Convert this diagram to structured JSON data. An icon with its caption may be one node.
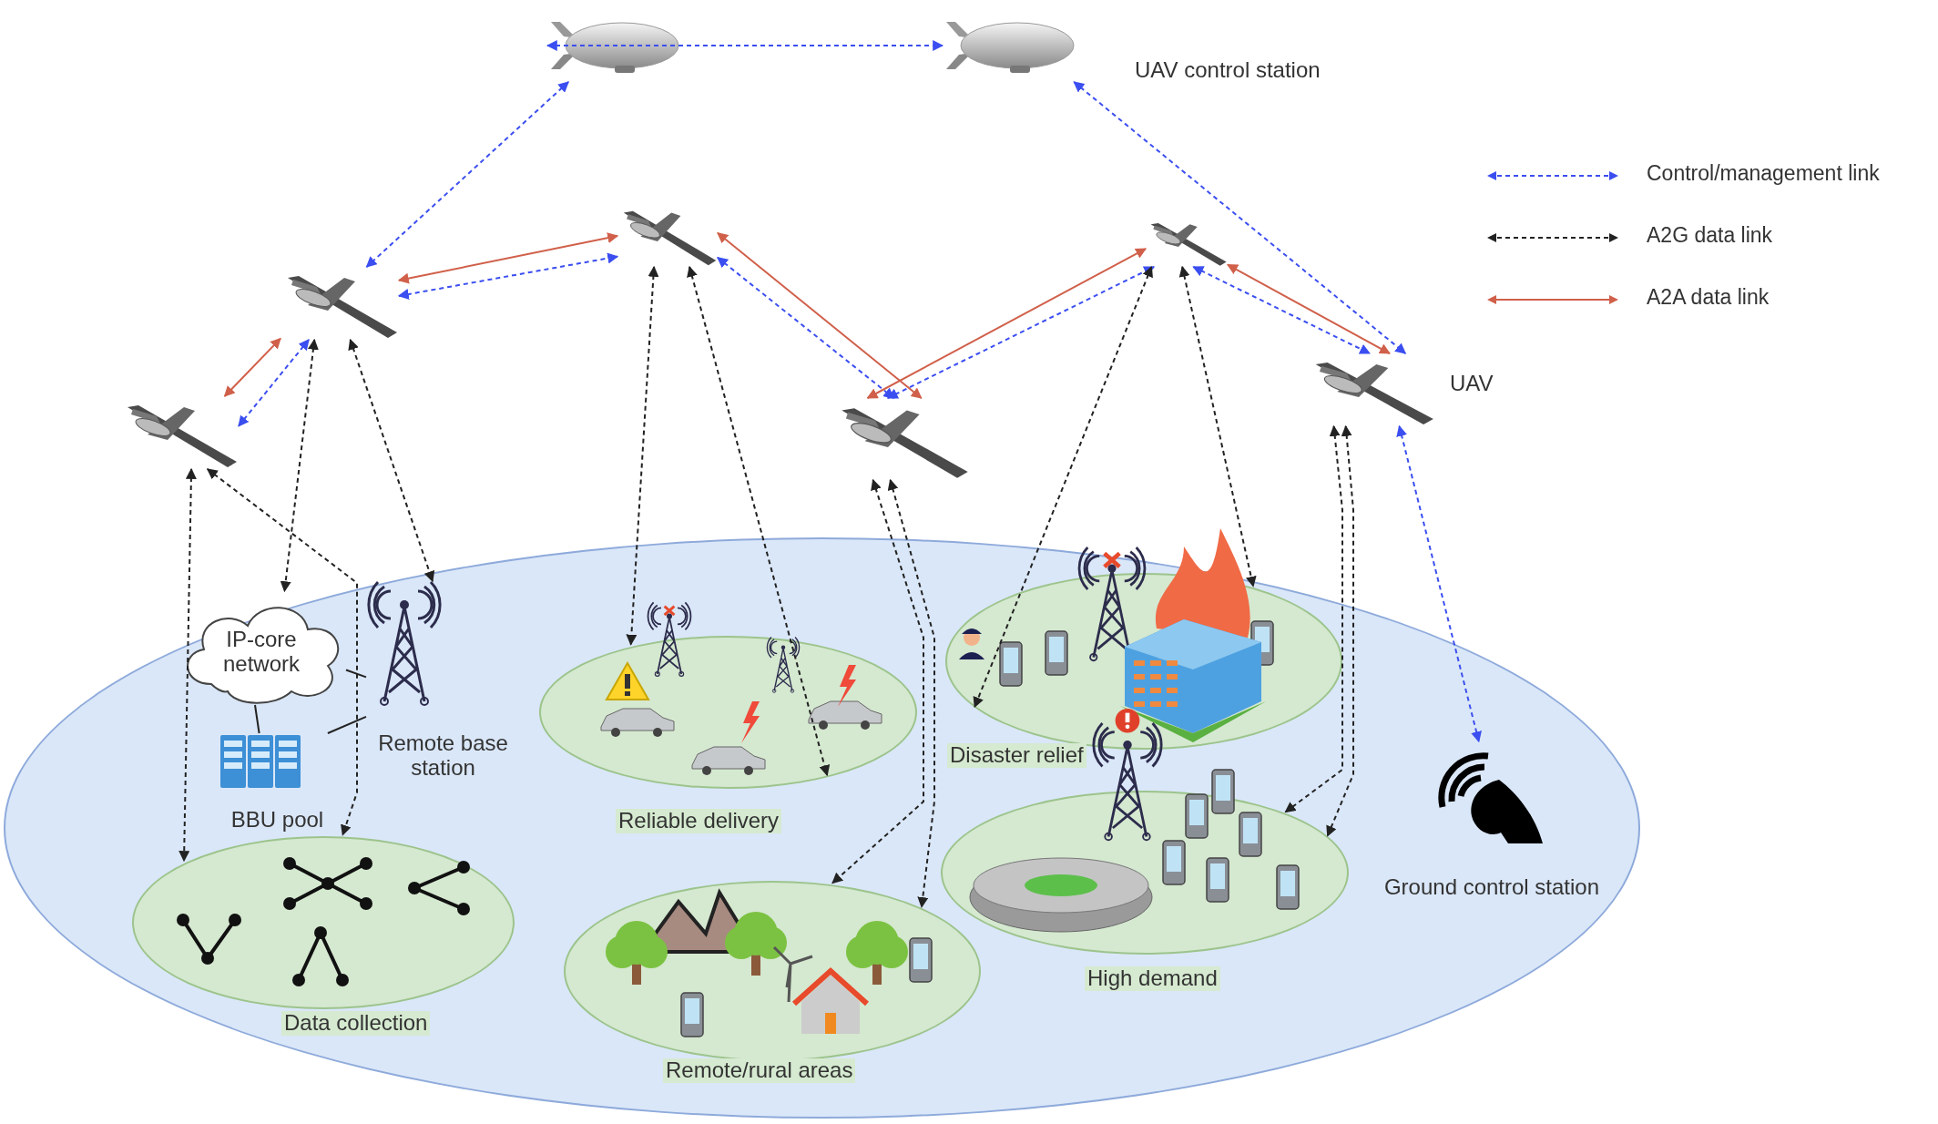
{
  "diagram": {
    "nodes": [
      {
        "text": [],
        "shape": "picture"
      },
      {
        "text": [],
        "shape": "picture",
        "beside": [
          "UAV control station"
        ]
      },
      {
        "text": [],
        "shape": "picture"
      },
      {
        "text": [],
        "shape": "picture"
      },
      {
        "text": [],
        "shape": "picture"
      },
      {
        "text": [],
        "shape": "picture"
      },
      {
        "text": [],
        "shape": "picture"
      },
      {
        "text": [],
        "shape": "picture",
        "beside": [
          "UAV"
        ]
      },
      {
        "text": [],
        "shape": "ellipse"
      },
      {
        "text": [
          "IP-core network"
        ],
        "in": 8
      },
      {
        "text": [
          "Remote base station"
        ],
        "in": 8
      },
      {
        "text": [
          "BBU pool"
        ],
        "in": 8
      },
      {
        "text": [
          "Reliable delivery"
        ],
        "in": 8
      },
      {
        "text": [
          "Disaster relief"
        ],
        "in": 8
      },
      {
        "text": [
          "Data collection"
        ],
        "in": 8
      },
      {
        "text": [
          "High demand"
        ],
        "in": 8
      },
      {
        "text": [
          "Remote/rural areas"
        ],
        "in": 8
      },
      {
        "text": [
          "Ground control station"
        ],
        "in": 8
      }
    ],
    "edges": [
      {
        "from": 0,
        "to": 1,
        "arrow": "both",
        "style": "dashed",
        "color": "#3b4ef0"
      },
      {
        "from": 0,
        "to": 3,
        "arrow": "both",
        "style": "dashed",
        "color": "#3b4ef0"
      },
      {
        "from": 1,
        "to": 7,
        "arrow": "both",
        "style": "dashed",
        "color": "#3b4ef0"
      },
      {
        "from": 7,
        "to": 17,
        "arrow": "both",
        "style": "dashed",
        "color": "#3b4ef0"
      },
      {
        "from": 2,
        "to": 3,
        "arrow": "both",
        "color": "#d0604a"
      },
      {
        "from": 2,
        "to": 3,
        "arrow": "both",
        "style": "dashed",
        "color": "#3b4ef0"
      },
      {
        "from": 3,
        "to": 4,
        "arrow": "both",
        "color": "#d0604a"
      },
      {
        "from": 3,
        "to": 4,
        "arrow": "both",
        "style": "dashed",
        "color": "#3b4ef0"
      },
      {
        "from": 4,
        "to": 5,
        "arrow": "both",
        "color": "#d0604a"
      },
      {
        "from": 4,
        "to": 5,
        "arrow": "both",
        "style": "dashed",
        "color": "#3b4ef0"
      },
      {
        "from": 5,
        "to": 6,
        "arrow": "both",
        "color": "#d0604a"
      },
      {
        "from": 5,
        "to": 6,
        "arrow": "both",
        "style": "dashed",
        "color": "#3b4ef0"
      },
      {
        "from": 6,
        "to": 7,
        "arrow": "both",
        "color": "#d0604a"
      },
      {
        "from": 6,
        "to": 7,
        "arrow": "both",
        "style": "dashed",
        "color": "#3b4ef0"
      },
      {
        "from": 2,
        "to": 14,
        "arrow": "both",
        "style": "dashed"
      },
      {
        "from": 2,
        "to": 14,
        "arrow": "both",
        "style": "dashed"
      },
      {
        "from": 3,
        "to": 9,
        "arrow": "both",
        "style": "dashed"
      },
      {
        "from": 3,
        "to": 10,
        "arrow": "both",
        "style": "dashed"
      },
      {
        "from": 4,
        "to": 12,
        "arrow": "both",
        "style": "dashed"
      },
      {
        "from": 4,
        "to": 12,
        "arrow": "both",
        "style": "dashed"
      },
      {
        "from": 5,
        "to": 16,
        "arrow": "both",
        "style": "dashed"
      },
      {
        "from": 5,
        "to": 16,
        "arrow": "both",
        "style": "dashed"
      },
      {
        "from": 6,
        "to": 13,
        "arrow": "both",
        "style": "dashed"
      },
      {
        "from": 6,
        "to": 13,
        "arrow": "both",
        "style": "dashed"
      },
      {
        "from": 7,
        "to": 15,
        "arrow": "both",
        "style": "dashed"
      },
      {
        "from": 7,
        "to": 15,
        "arrow": "both",
        "style": "dashed"
      },
      {
        "from": 9,
        "to": 10,
        "arrow": "none"
      },
      {
        "from": 9,
        "to": 11,
        "arrow": "none"
      },
      {
        "from": 11,
        "to": 10,
        "arrow": "none"
      }
    ],
    "legend": [
      {
        "text": "Control/management link"
      },
      {
        "text": "A2G data link"
      },
      {
        "text": "A2A data link"
      }
    ]
  }
}
